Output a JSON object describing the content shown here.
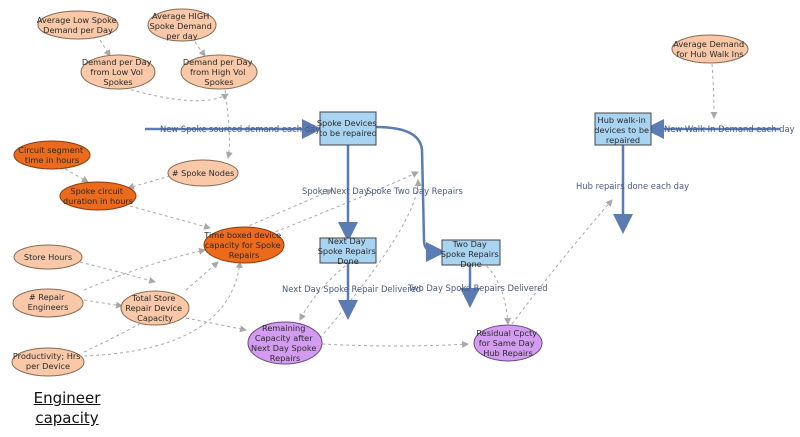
{
  "footer_title_line1": "Engineer",
  "footer_title_line2": "capacity",
  "colors": {
    "aux_peach": "#f8c8a8",
    "aux_orange": "#ec6a1c",
    "aux_purple": "#d49cf0",
    "stock_blue": "#a8d4f2",
    "flow_pipe": "#5b7bb3",
    "dashed_link": "#a8a8a8"
  },
  "nodes": {
    "avg_low": [
      "Average Low Spoke",
      "Demand per Day"
    ],
    "avg_high": [
      "Average HIGH",
      "Spoke Demand",
      "per day"
    ],
    "demand_low": [
      "Demand per Day",
      "from Low Vol",
      "Spokes"
    ],
    "demand_high": [
      "Demand per Day",
      "from High Vol",
      "Spokes"
    ],
    "circuit_seg": [
      "Circuit segment",
      "time in hours"
    ],
    "spoke_circuit": [
      "Spoke circuit",
      "duration in hours"
    ],
    "spoke_nodes": [
      "# Spoke Nodes"
    ],
    "time_boxed": [
      "Time boxed device",
      "capacity for Spoke",
      "Repairs"
    ],
    "store_hours": [
      "Store Hours"
    ],
    "repair_engineers": [
      "# Repair",
      "Engineers"
    ],
    "total_store": [
      "Total Store",
      "Repair Device",
      "Capacity"
    ],
    "productivity": [
      "Productivity; Hrs",
      "per Device"
    ],
    "remaining": [
      "Remaining",
      "Capacity after",
      "Next Day Spoke",
      "Repairs"
    ],
    "residual": [
      "Residual Cpcty",
      "for Same Day",
      "Hub Repairs"
    ],
    "spoke_devices": [
      "Spoke Devices",
      "to be repaired"
    ],
    "next_day_done": [
      "Next Day",
      "Spoke Repairs",
      "Done"
    ],
    "two_day_done": [
      "Two Day",
      "Spoke Repairs",
      "Done"
    ],
    "hub_walkin": [
      "Hub walk-in",
      "devices to be",
      "repaired"
    ],
    "avg_hub": [
      "Average Demand",
      "for Hub Walk Ins"
    ]
  },
  "flows": {
    "new_spoke": "New Spoke sourced demand each day",
    "spoke_next": "Spoke Next Day",
    "spoke_two": "Spoke Two Day Repairs",
    "next_delivered": "Next Day Spoke Repair Delivered",
    "two_delivered": "Two Day Spoke Repairs Delivered",
    "new_walkin": "New Walk In Demand each day",
    "hub_done": "Hub repairs done each day"
  }
}
